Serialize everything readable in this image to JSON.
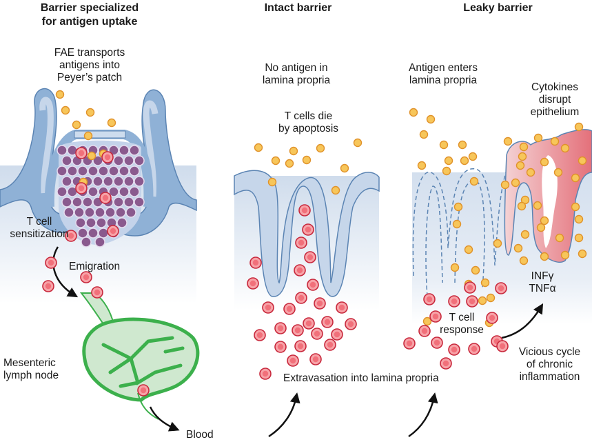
{
  "panels": {
    "specialized": {
      "title_line1": "Barrier specialized",
      "title_line2": "for antigen uptake",
      "caption_line1": "FAE transports",
      "caption_line2": "antigens into",
      "caption_line3": "Peyer’s patch",
      "tcell_line1": "T cell",
      "tcell_line2": "sensitization",
      "emigration": "Emigration",
      "node_line1": "Mesenteric",
      "node_line2": "lymph node",
      "blood": "Blood"
    },
    "intact": {
      "title": "Intact barrier",
      "caption_line1": "No antigen in",
      "caption_line2": "lamina propria",
      "apoptosis_line1": "T cells die",
      "apoptosis_line2": "by apoptosis"
    },
    "leaky": {
      "title": "Leaky barrier",
      "caption_line1": "Antigen enters",
      "caption_line2": "lamina propria",
      "cytokines_line1": "Cytokines",
      "cytokines_line2": "disrupt",
      "cytokines_line3": "epithelium",
      "cytokine1": "INFγ",
      "cytokine2": "TNFα",
      "response_line1": "T cell",
      "response_line2": "response",
      "cycle_line1": "Vicious cycle",
      "cycle_line2": "of chronic",
      "cycle_line3": "inflammation"
    }
  },
  "shared": {
    "extravasation": "Extravasation into lamina propria"
  },
  "legend_semantics": {
    "antigen": "antigen-particle",
    "tcell": "t-cell",
    "lymphocyte": "peyer-patch-lymphocyte"
  },
  "colors": {
    "epithelium": "#8fb1d6",
    "epithelium_stroke": "#5b84b3",
    "lamina": "#dfe7f2",
    "antigen_fill": "#f7c65a",
    "antigen_stroke": "#e0922a",
    "tcell_fill": "#f1707a",
    "tcell_stroke": "#c8283c",
    "lymphocyte_fill": "#8a5a8e",
    "lymph_node": "#3cb04c",
    "inflamed": "#e8646e"
  }
}
